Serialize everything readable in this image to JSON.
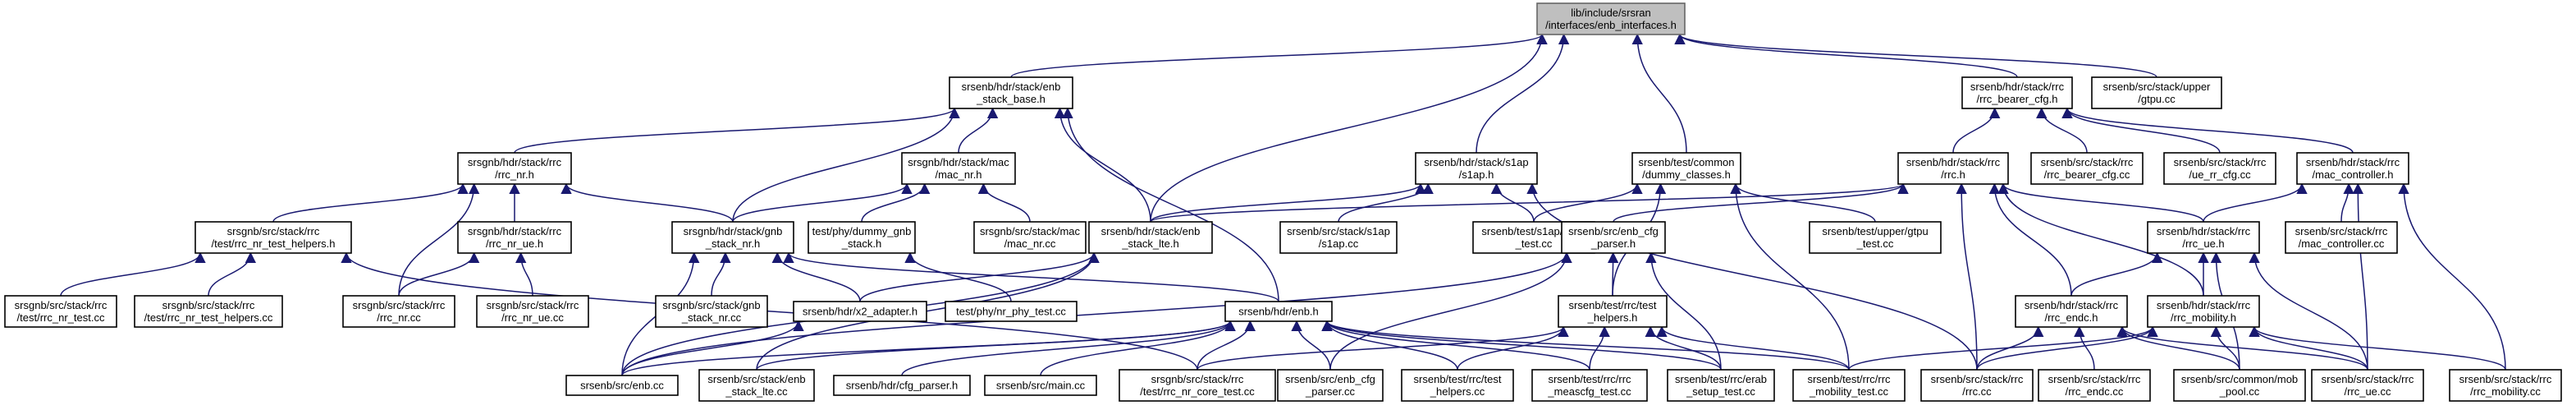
{
  "graph": {
    "edge_color": "#191970",
    "root_fill": "#bfbfbf",
    "node_fill": "#ffffff",
    "nodes": [
      {
        "id": "root",
        "lines": [
          "lib/include/srsran",
          "/interfaces/enb_interfaces.h"
        ]
      },
      {
        "id": "enb_stack_base",
        "lines": [
          "srsenb/hdr/stack/enb",
          "_stack_base.h"
        ]
      },
      {
        "id": "rrc_bearer_cfg",
        "lines": [
          "srsenb/hdr/stack/rrc",
          "/rrc_bearer_cfg.h"
        ]
      },
      {
        "id": "upper_gtpu_cc",
        "lines": [
          "srsenb/src/stack/upper",
          "/gtpu.cc"
        ]
      },
      {
        "id": "rrc_nr_h",
        "lines": [
          "srsgnb/hdr/stack/rrc",
          "/rrc_nr.h"
        ]
      },
      {
        "id": "mac_nr_h",
        "lines": [
          "srsgnb/hdr/stack/mac",
          "/mac_nr.h"
        ]
      },
      {
        "id": "s1ap_h",
        "lines": [
          "srsenb/hdr/stack/s1ap",
          "/s1ap.h"
        ]
      },
      {
        "id": "dummy_classes",
        "lines": [
          "srsenb/test/common",
          "/dummy_classes.h"
        ]
      },
      {
        "id": "rrc_h",
        "lines": [
          "srsenb/hdr/stack/rrc",
          "/rrc.h"
        ]
      },
      {
        "id": "rrc_bearer_cfg_cc",
        "lines": [
          "srsenb/src/stack/rrc",
          "/rrc_bearer_cfg.cc"
        ]
      },
      {
        "id": "ue_rr_cfg_cc",
        "lines": [
          "srsenb/src/stack/rrc",
          "/ue_rr_cfg.cc"
        ]
      },
      {
        "id": "mac_controller_h",
        "lines": [
          "srsenb/hdr/stack/rrc",
          "/mac_controller.h"
        ]
      },
      {
        "id": "rrc_nr_test_helpers_h",
        "lines": [
          "srsgnb/src/stack/rrc",
          "/test/rrc_nr_test_helpers.h"
        ]
      },
      {
        "id": "rrc_nr_ue_h",
        "lines": [
          "srsgnb/hdr/stack/rrc",
          "/rrc_nr_ue.h"
        ]
      },
      {
        "id": "gnb_stack_nr_h",
        "lines": [
          "srsgnb/hdr/stack/gnb",
          "_stack_nr.h"
        ]
      },
      {
        "id": "dummy_gnb_stack",
        "lines": [
          "test/phy/dummy_gnb",
          "_stack.h"
        ]
      },
      {
        "id": "mac_nr_cc",
        "lines": [
          "srsgnb/src/stack/mac",
          "/mac_nr.cc"
        ]
      },
      {
        "id": "enb_stack_lte_h",
        "lines": [
          "srsenb/hdr/stack/enb",
          "_stack_lte.h"
        ]
      },
      {
        "id": "s1ap_cc",
        "lines": [
          "srsenb/src/stack/s1ap",
          "/s1ap.cc"
        ]
      },
      {
        "id": "s1ap_test_cc",
        "lines": [
          "srsenb/test/s1ap/s1ap",
          "_test.cc"
        ]
      },
      {
        "id": "enb_cfg_parser_h",
        "lines": [
          "srsenb/src/enb_cfg",
          "_parser.h"
        ]
      },
      {
        "id": "gtpu_test_cc",
        "lines": [
          "srsenb/test/upper/gtpu",
          "_test.cc"
        ]
      },
      {
        "id": "rrc_ue_h",
        "lines": [
          "srsenb/hdr/stack/rrc",
          "/rrc_ue.h"
        ]
      },
      {
        "id": "mac_controller_cc",
        "lines": [
          "srsenb/src/stack/rrc",
          "/mac_controller.cc"
        ]
      },
      {
        "id": "rrc_nr_test_cc",
        "lines": [
          "srsgnb/src/stack/rrc",
          "/test/rrc_nr_test.cc"
        ]
      },
      {
        "id": "rrc_nr_test_helpers_cc",
        "lines": [
          "srsgnb/src/stack/rrc",
          "/test/rrc_nr_test_helpers.cc"
        ]
      },
      {
        "id": "rrc_nr_cc",
        "lines": [
          "srsgnb/src/stack/rrc",
          "/rrc_nr.cc"
        ]
      },
      {
        "id": "rrc_nr_ue_cc",
        "lines": [
          "srsgnb/src/stack/rrc",
          "/rrc_nr_ue.cc"
        ]
      },
      {
        "id": "gnb_stack_nr_cc",
        "lines": [
          "srsgnb/src/stack/gnb",
          "_stack_nr.cc"
        ]
      },
      {
        "id": "x2_adapter_h",
        "lines": [
          "srsenb/hdr/x2_adapter.h"
        ]
      },
      {
        "id": "nr_phy_test_cc",
        "lines": [
          "test/phy/nr_phy_test.cc"
        ]
      },
      {
        "id": "enb_h",
        "lines": [
          "srsenb/hdr/enb.h"
        ]
      },
      {
        "id": "test_helpers_h",
        "lines": [
          "srsenb/test/rrc/test",
          "_helpers.h"
        ]
      },
      {
        "id": "rrc_endc_h",
        "lines": [
          "srsenb/hdr/stack/rrc",
          "/rrc_endc.h"
        ]
      },
      {
        "id": "rrc_mobility_h",
        "lines": [
          "srsenb/hdr/stack/rrc",
          "/rrc_mobility.h"
        ]
      },
      {
        "id": "enb_cc",
        "lines": [
          "srsenb/src/enb.cc"
        ]
      },
      {
        "id": "enb_stack_lte_cc",
        "lines": [
          "srsenb/src/stack/enb",
          "_stack_lte.cc"
        ]
      },
      {
        "id": "cfg_parser_h",
        "lines": [
          "srsenb/hdr/cfg_parser.h"
        ]
      },
      {
        "id": "main_cc",
        "lines": [
          "srsenb/src/main.cc"
        ]
      },
      {
        "id": "rrc_nr_core_test_cc",
        "lines": [
          "srsgnb/src/stack/rrc",
          "/test/rrc_nr_core_test.cc"
        ]
      },
      {
        "id": "enb_cfg_parser_cc",
        "lines": [
          "srsenb/src/enb_cfg",
          "_parser.cc"
        ]
      },
      {
        "id": "test_helpers_cc",
        "lines": [
          "srsenb/test/rrc/test",
          "_helpers.cc"
        ]
      },
      {
        "id": "meascfg_test_cc",
        "lines": [
          "srsenb/test/rrc/rrc",
          "_meascfg_test.cc"
        ]
      },
      {
        "id": "erab_setup_test_cc",
        "lines": [
          "srsenb/test/rrc/erab",
          "_setup_test.cc"
        ]
      },
      {
        "id": "rrc_mobility_test_cc",
        "lines": [
          "srsenb/test/rrc/rrc",
          "_mobility_test.cc"
        ]
      },
      {
        "id": "rrc_cc",
        "lines": [
          "srsenb/src/stack/rrc",
          "/rrc.cc"
        ]
      },
      {
        "id": "rrc_endc_cc",
        "lines": [
          "srsenb/src/stack/rrc",
          "/rrc_endc.cc"
        ]
      },
      {
        "id": "mobile_pool_cc",
        "lines": [
          "srsenb/src/common/mob",
          "_pool.cc"
        ]
      },
      {
        "id": "rrc_ue_cc",
        "lines": [
          "srsenb/src/stack/rrc",
          "/rrc_ue.cc"
        ]
      },
      {
        "id": "rrc_mobility_cc",
        "lines": [
          "srsenb/src/stack/rrc",
          "/rrc_mobility.cc"
        ]
      }
    ],
    "edges": [
      [
        "root",
        "enb_stack_base"
      ],
      [
        "root",
        "rrc_bearer_cfg"
      ],
      [
        "root",
        "upper_gtpu_cc"
      ],
      [
        "root",
        "s1ap_h"
      ],
      [
        "root",
        "dummy_classes"
      ],
      [
        "root",
        "enb_stack_lte_h"
      ],
      [
        "enb_stack_base",
        "rrc_nr_h"
      ],
      [
        "enb_stack_base",
        "mac_nr_h"
      ],
      [
        "enb_stack_base",
        "gnb_stack_nr_h"
      ],
      [
        "enb_stack_base",
        "enb_stack_lte_h"
      ],
      [
        "enb_stack_base",
        "enb_h"
      ],
      [
        "rrc_bearer_cfg",
        "rrc_h"
      ],
      [
        "rrc_bearer_cfg",
        "rrc_bearer_cfg_cc"
      ],
      [
        "rrc_bearer_cfg",
        "ue_rr_cfg_cc"
      ],
      [
        "rrc_bearer_cfg",
        "mac_controller_h"
      ],
      [
        "rrc_nr_h",
        "rrc_nr_test_helpers_h"
      ],
      [
        "rrc_nr_h",
        "rrc_nr_ue_h"
      ],
      [
        "rrc_nr_h",
        "gnb_stack_nr_h"
      ],
      [
        "rrc_nr_h",
        "rrc_nr_cc"
      ],
      [
        "mac_nr_h",
        "gnb_stack_nr_h"
      ],
      [
        "mac_nr_h",
        "dummy_gnb_stack"
      ],
      [
        "mac_nr_h",
        "mac_nr_cc"
      ],
      [
        "s1ap_h",
        "enb_stack_lte_h"
      ],
      [
        "s1ap_h",
        "s1ap_cc"
      ],
      [
        "s1ap_h",
        "s1ap_test_cc"
      ],
      [
        "s1ap_h",
        "rrc_cc"
      ],
      [
        "dummy_classes",
        "s1ap_test_cc"
      ],
      [
        "dummy_classes",
        "gtpu_test_cc"
      ],
      [
        "dummy_classes",
        "test_helpers_h"
      ],
      [
        "dummy_classes",
        "rrc_mobility_test_cc"
      ],
      [
        "rrc_h",
        "enb_stack_lte_h"
      ],
      [
        "rrc_h",
        "enb_cfg_parser_h"
      ],
      [
        "rrc_h",
        "rrc_ue_h"
      ],
      [
        "rrc_h",
        "rrc_endc_h"
      ],
      [
        "rrc_h",
        "rrc_mobility_h"
      ],
      [
        "rrc_h",
        "rrc_cc"
      ],
      [
        "mac_controller_h",
        "rrc_ue_h"
      ],
      [
        "mac_controller_h",
        "mac_controller_cc"
      ],
      [
        "mac_controller_h",
        "rrc_ue_cc"
      ],
      [
        "mac_controller_h",
        "rrc_mobility_cc"
      ],
      [
        "rrc_nr_test_helpers_h",
        "rrc_nr_test_cc"
      ],
      [
        "rrc_nr_test_helpers_h",
        "rrc_nr_test_helpers_cc"
      ],
      [
        "rrc_nr_test_helpers_h",
        "rrc_nr_core_test_cc"
      ],
      [
        "rrc_nr_ue_h",
        "rrc_nr_cc"
      ],
      [
        "rrc_nr_ue_h",
        "rrc_nr_ue_cc"
      ],
      [
        "gnb_stack_nr_h",
        "enb_cc"
      ],
      [
        "gnb_stack_nr_h",
        "gnb_stack_nr_cc"
      ],
      [
        "gnb_stack_nr_h",
        "x2_adapter_h"
      ],
      [
        "gnb_stack_nr_h",
        "enb_h"
      ],
      [
        "dummy_gnb_stack",
        "nr_phy_test_cc"
      ],
      [
        "enb_stack_lte_h",
        "x2_adapter_h"
      ],
      [
        "enb_stack_lte_h",
        "enb_cc"
      ],
      [
        "enb_stack_lte_h",
        "enb_stack_lte_cc"
      ],
      [
        "enb_cfg_parser_h",
        "enb_cc"
      ],
      [
        "enb_cfg_parser_h",
        "enb_cfg_parser_cc"
      ],
      [
        "enb_cfg_parser_h",
        "test_helpers_h"
      ],
      [
        "enb_cfg_parser_h",
        "erab_setup_test_cc"
      ],
      [
        "rrc_ue_h",
        "rrc_endc_h"
      ],
      [
        "rrc_ue_h",
        "rrc_mobility_h"
      ],
      [
        "rrc_ue_h",
        "mobile_pool_cc"
      ],
      [
        "rrc_ue_h",
        "rrc_ue_cc"
      ],
      [
        "x2_adapter_h",
        "enb_cc"
      ],
      [
        "enb_h",
        "enb_cc"
      ],
      [
        "enb_h",
        "enb_stack_lte_cc"
      ],
      [
        "enb_h",
        "cfg_parser_h"
      ],
      [
        "enb_h",
        "main_cc"
      ],
      [
        "enb_h",
        "rrc_nr_core_test_cc"
      ],
      [
        "enb_h",
        "enb_cfg_parser_cc"
      ],
      [
        "enb_h",
        "test_helpers_cc"
      ],
      [
        "enb_h",
        "meascfg_test_cc"
      ],
      [
        "enb_h",
        "erab_setup_test_cc"
      ],
      [
        "enb_h",
        "rrc_mobility_test_cc"
      ],
      [
        "test_helpers_h",
        "test_helpers_cc"
      ],
      [
        "test_helpers_h",
        "meascfg_test_cc"
      ],
      [
        "test_helpers_h",
        "erab_setup_test_cc"
      ],
      [
        "test_helpers_h",
        "rrc_mobility_test_cc"
      ],
      [
        "test_helpers_h",
        "rrc_nr_core_test_cc"
      ],
      [
        "rrc_endc_h",
        "rrc_cc"
      ],
      [
        "rrc_endc_h",
        "rrc_endc_cc"
      ],
      [
        "rrc_endc_h",
        "mobile_pool_cc"
      ],
      [
        "rrc_endc_h",
        "rrc_ue_cc"
      ],
      [
        "rrc_mobility_h",
        "rrc_mobility_test_cc"
      ],
      [
        "rrc_mobility_h",
        "rrc_cc"
      ],
      [
        "rrc_mobility_h",
        "mobile_pool_cc"
      ],
      [
        "rrc_mobility_h",
        "rrc_ue_cc"
      ],
      [
        "rrc_mobility_h",
        "rrc_mobility_cc"
      ]
    ]
  }
}
